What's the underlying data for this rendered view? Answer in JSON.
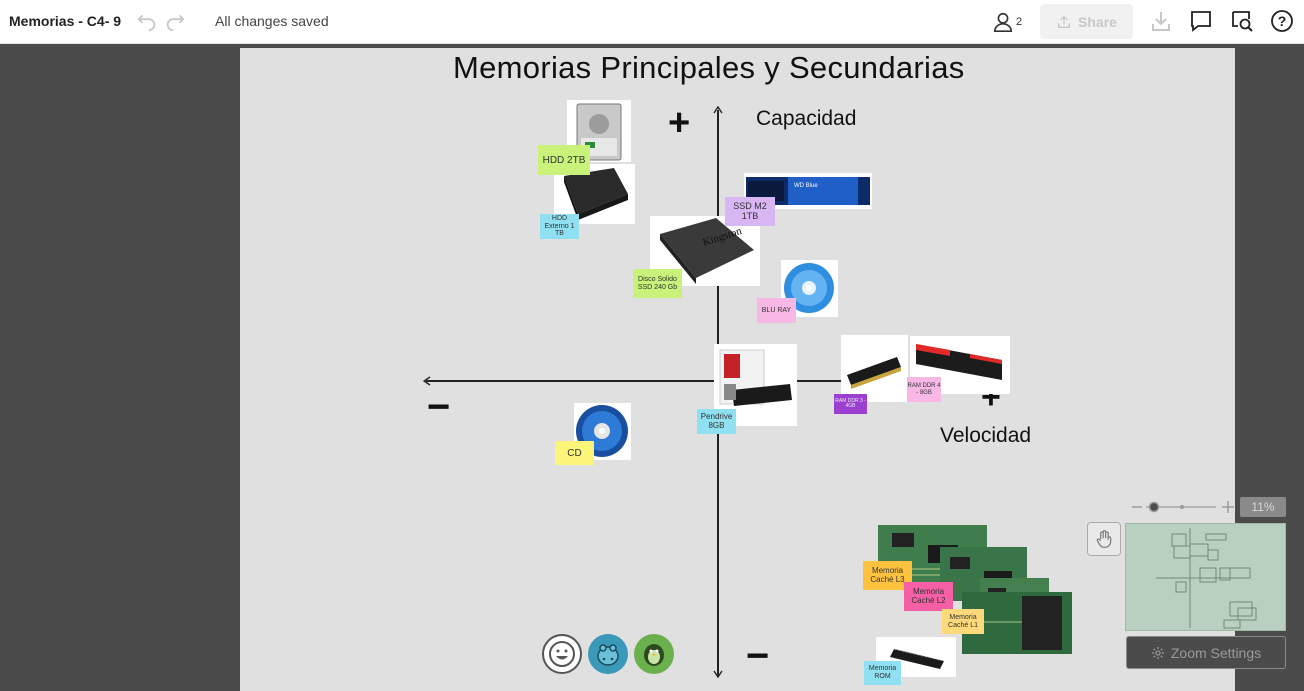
{
  "header": {
    "doc_title": "Memorias - C4- 9",
    "save_status": "All changes saved",
    "collaborators_count": "2",
    "share_label": "Share"
  },
  "board": {
    "title": "Memorias Principales y Secundarias",
    "axis_y_label": "Capacidad",
    "axis_x_label": "Velocidad",
    "plus": "+",
    "minus": "−"
  },
  "stickies": {
    "hdd_2tb": "HDD 2TB",
    "hdd_externo": "HDD Externo 1 TB",
    "ssd_m2": "SSD M2 1TB",
    "disco_solido": "Disco Solido SSD 240 Gb",
    "blu_ray": "BLU RAY",
    "pendrive": "Pendrive 8GB",
    "ram_ddr3": "RAM DDR 3 - 4GB",
    "ram_ddr4": "RAM DDR 4 - 8GB",
    "cd": "CD",
    "cache_l3": "Memoria Caché L3",
    "cache_l2": "Memoria Caché L2",
    "cache_l1": "Memoria Caché L1",
    "rom": "Memoria ROM"
  },
  "colors": {
    "yellow_green": "#c8f27a",
    "cyan": "#8fe0f0",
    "lavender": "#d8b5f3",
    "pink": "#f7b8e6",
    "purple": "#9b3fd0",
    "yellow": "#fbf57a",
    "orange": "#ffc23e",
    "hot_pink": "#f45fa5",
    "light_orange": "#ffd97a"
  },
  "zoom": {
    "percent": "11%",
    "settings_label": "Zoom Settings"
  }
}
